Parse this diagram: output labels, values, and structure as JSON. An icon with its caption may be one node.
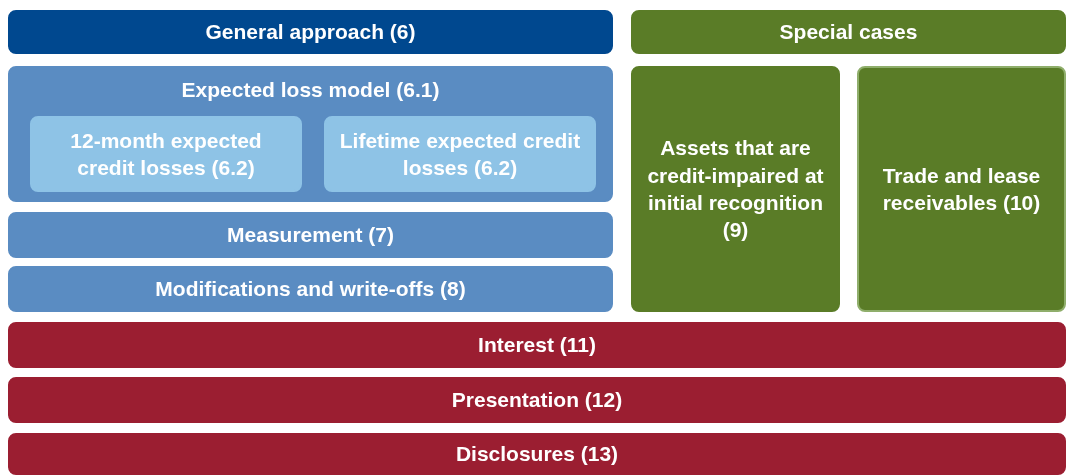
{
  "diagram": {
    "nodes": [
      {
        "text": [
          "General approach (6)"
        ]
      },
      {
        "text": [
          "Special cases"
        ]
      },
      {
        "text": [
          "Expected loss model (6.1)"
        ]
      },
      {
        "text": [
          "12-month expected credit losses (6.2)"
        ],
        "in": 2
      },
      {
        "text": [
          "Lifetime expected credit losses (6.2)"
        ],
        "in": 2
      },
      {
        "text": [
          "Measurement (7)"
        ]
      },
      {
        "text": [
          "Modifications and write-offs (8)"
        ]
      },
      {
        "text": [
          "Assets that are credit-impaired at initial recognition (9)"
        ]
      },
      {
        "text": [
          "Trade and lease receivables (10)"
        ]
      },
      {
        "text": [
          "Interest (11)"
        ]
      },
      {
        "text": [
          "Presentation (12)"
        ]
      },
      {
        "text": [
          "Disclosures (13)"
        ]
      }
    ]
  }
}
